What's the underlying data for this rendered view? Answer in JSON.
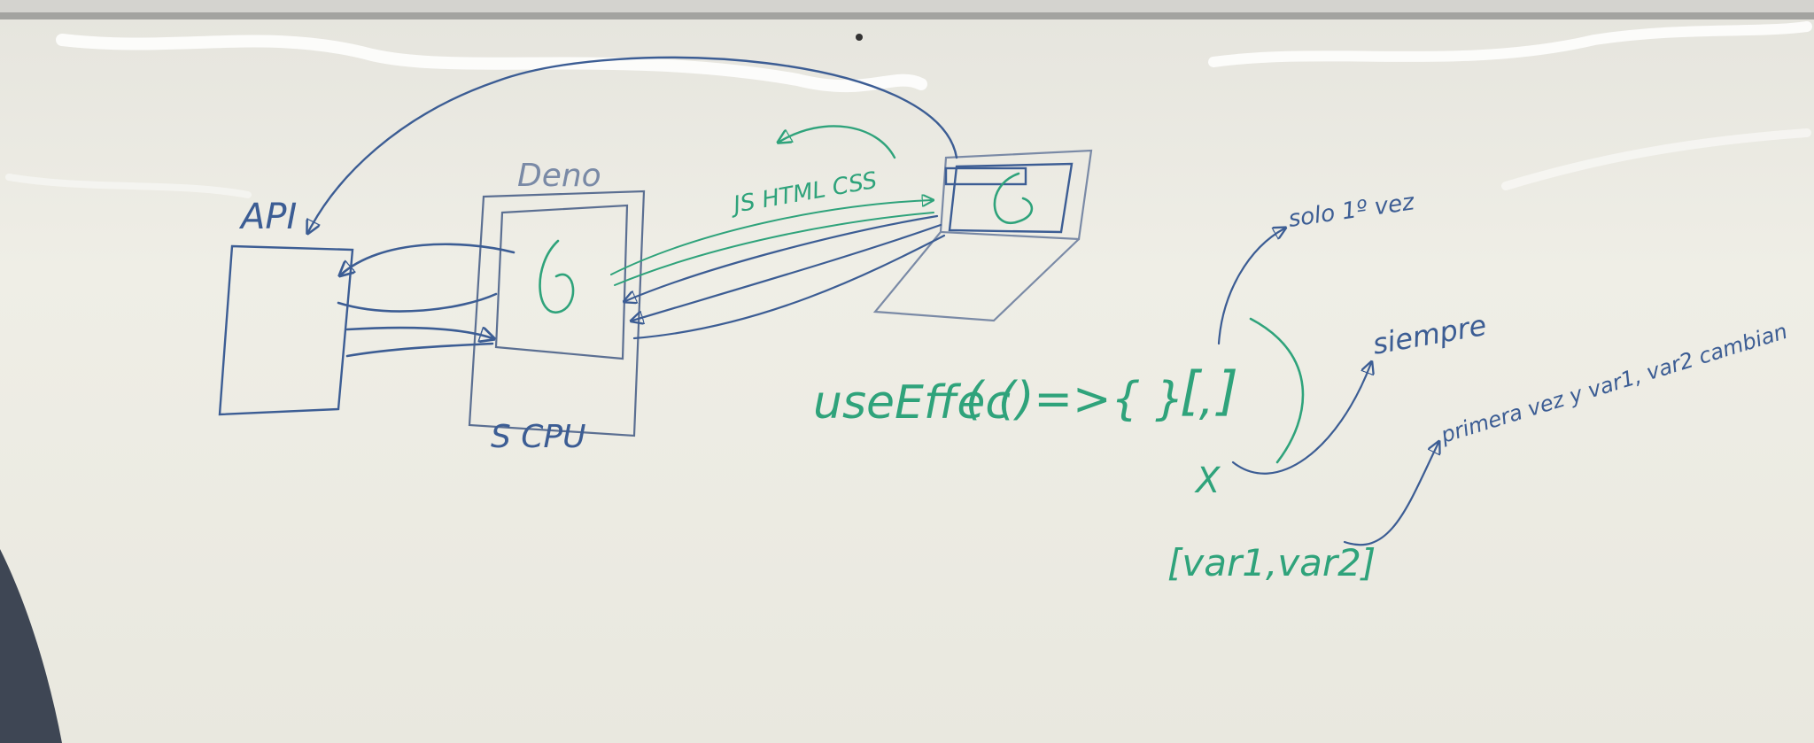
{
  "board": {
    "background": "#ecebe3",
    "frame_color": "#9c9c98",
    "ink_blue": "#3c5d94",
    "ink_green": "#2fa37b"
  },
  "labels": {
    "api": "API",
    "deno": "Deno",
    "cpu": "S CPU",
    "js_html_css": "JS HTML CSS",
    "use_effect": "useEffec",
    "use_effect_args": "( ()=>{ } ,",
    "brackets_empty": "[    ]",
    "x_mark": "X",
    "deps": "[var1,var2]",
    "solo": "solo 1º vez",
    "siempre": "siempre",
    "primera": "primera vez y var1, var2 cambian"
  }
}
